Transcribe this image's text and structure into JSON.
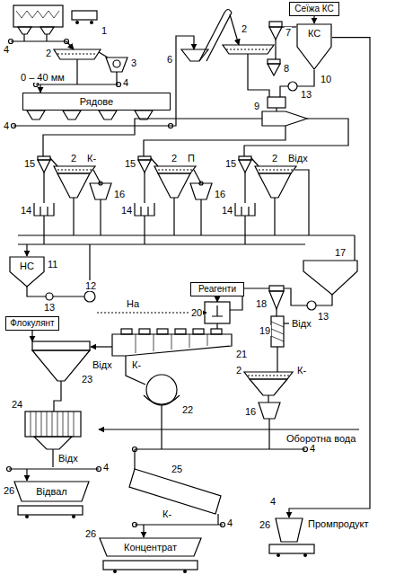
{
  "diagram": {
    "nodes": [
      {
        "text": [
          "Сеїжа КС"
        ]
      },
      {
        "text": [
          "КС"
        ]
      },
      {
        "text": [
          "Рядове"
        ]
      },
      {
        "text": [
          "НС"
        ]
      },
      {
        "text": [
          "Реагенти"
        ]
      },
      {
        "text": [
          "Флокулянт"
        ]
      },
      {
        "text": [
          "Відвал"
        ]
      },
      {
        "text": [
          "Промпродукт"
        ]
      },
      {
        "text": [
          "Концентрат"
        ]
      }
    ],
    "edges": [
      {
        "from": 0,
        "to": 1,
        "arrow": "to"
      },
      {
        "from": 1,
        "to": 7,
        "arrow": "to"
      }
    ],
    "labels": [
      "1",
      "4",
      "2",
      "3",
      "0 – 40 мм",
      "4",
      "4",
      "6",
      "2",
      "7",
      "8",
      "13",
      "10",
      "9",
      "15",
      "2",
      "К-",
      "14",
      "16",
      "15",
      "2",
      "П",
      "14",
      "16",
      "15",
      "2",
      "Відх",
      "14",
      "11",
      "12",
      "13",
      "На",
      "17",
      "20",
      "18",
      "13",
      "19",
      "Відх",
      "2",
      "К-",
      "16",
      "23",
      "Відх",
      "К-",
      "21",
      "22",
      "24",
      "Оборотна вода",
      "4",
      "Відх",
      "4",
      "25",
      "26",
      "4",
      "К-",
      "4",
      "26",
      "26"
    ]
  }
}
